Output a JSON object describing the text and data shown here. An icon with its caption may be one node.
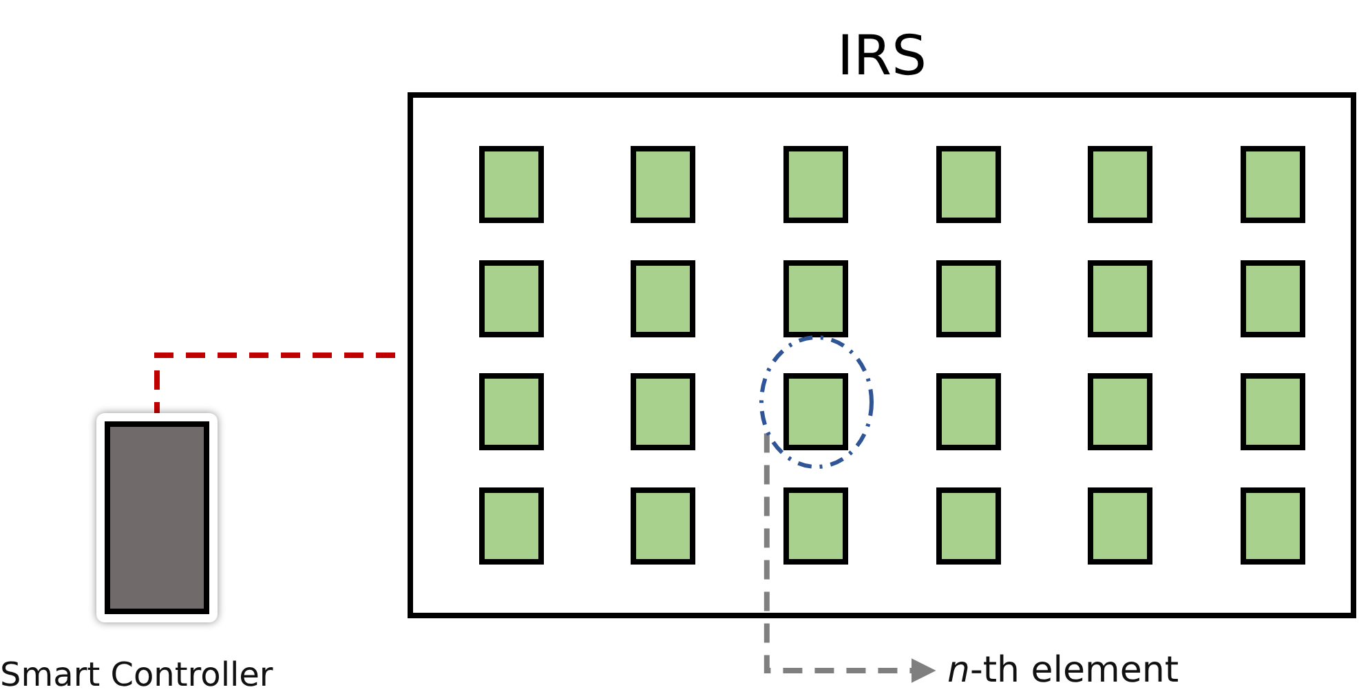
{
  "diagram": {
    "nodes": [
      {
        "text": [
          "IRS"
        ]
      },
      {
        "text": [],
        "shape": "circle",
        "in": 0
      },
      {
        "text": [],
        "shape": "box",
        "in": 0
      },
      {
        "text": [],
        "shape": "box",
        "in": 0
      },
      {
        "text": [],
        "shape": "box",
        "in": 0
      },
      {
        "text": [],
        "shape": "box",
        "in": 0
      },
      {
        "text": [],
        "shape": "box",
        "in": 0
      },
      {
        "text": [],
        "shape": "box",
        "in": 0
      },
      {
        "text": [],
        "shape": "box",
        "in": 0
      },
      {
        "text": [],
        "shape": "box",
        "in": 0
      },
      {
        "text": [],
        "shape": "box",
        "in": 0
      },
      {
        "text": [],
        "shape": "box",
        "in": 0
      },
      {
        "text": [],
        "shape": "box",
        "in": 0
      },
      {
        "text": [],
        "shape": "box",
        "in": 0
      },
      {
        "text": [],
        "shape": "box",
        "in": 0
      },
      {
        "text": [],
        "shape": "box",
        "in": 0
      },
      {
        "text": [],
        "shape": "box",
        "in": 1
      },
      {
        "text": [],
        "shape": "box",
        "in": 0
      },
      {
        "text": [],
        "shape": "box",
        "in": 0
      },
      {
        "text": [],
        "shape": "box",
        "in": 0
      },
      {
        "text": [],
        "shape": "box",
        "in": 0
      },
      {
        "text": [],
        "shape": "box",
        "in": 0
      },
      {
        "text": [],
        "shape": "box",
        "in": 0
      },
      {
        "text": [],
        "shape": "box",
        "in": 0
      },
      {
        "text": [],
        "shape": "box",
        "in": 0
      },
      {
        "text": [],
        "shape": "box",
        "in": 0
      },
      {
        "text": [
          "Smart Controller"
        ]
      },
      {
        "text": [
          "*n*-th element"
        ]
      }
    ],
    "edges": [
      {
        "from": 26,
        "to": 0,
        "arrow": "none",
        "style": "dashed",
        "color": "#c00000"
      },
      {
        "from": 1,
        "to": 27,
        "arrow": "to",
        "style": "dashed",
        "color": "#7f7f7f"
      }
    ]
  }
}
